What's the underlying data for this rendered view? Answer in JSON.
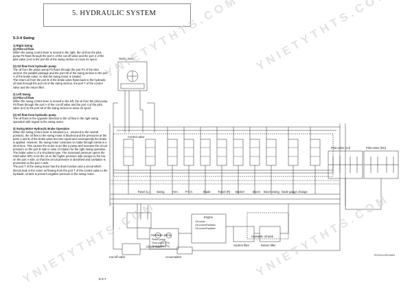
{
  "header": {
    "title": "5. HYDRAULIC SYSTEM"
  },
  "section": {
    "title": "5-3-4  Swing"
  },
  "text": {
    "right_swing": "1)  Right Swing",
    "pilot_oil_flow_1": "(1)  Pilot oil flow",
    "p1": "When the swing control lever is moved to the right, the oil from the pilot pump P3 flows through the port A of the cut-off valve and the port 2 of the pilot valve (LH) to the port b9 of the swing section to move its spool.",
    "oil_flow_hydraulic_pump_1": "(2)  Oil flow from hydraulic pump",
    "p2": "The oil from the piston pump P2 flows through the port P2 of the inlet section, the parallel passage and the port S9 of the swing section to the port A of the brake valve, so that the swing motor is rotated.",
    "p3": "The return oil from the port B of the brake valve flows back to the hydraulic oil tank through the port A9 of the swing section, the port T of the control valve and the return filter.",
    "left_swing": "2)  Left Swing",
    "pilot_oil_flow_2": "(1)  Pilot oil flow",
    "p4": "When the swing control lever is moved to the left, the oil from the pilot pump P3 flows through the port A of the cut-off valve and the port 4 of the pilot valve (LH) to the port a9 of the swing section to move its spool.",
    "oil_flow_hydraulic_pump_2": "(2)  Oil flow from hydraulic pump",
    "p5": "The oil flows in the opposite direction to the oil flow in the right swing operation with regard to the swing motor.",
    "brake_heading": "3)  Swing Motor Hydraulic Brake Operation",
    "p6": "When the swing control lever is released (i.e., returned to the neutral position), the oil flow to the swing motor is blocked and the pressures at the ports A and B of the brake valve become equal and consequently the brake is applied. However, the swing motor continues to rotate through inertia in a short time. This causes the motor to act like a pump and increase the circuit pressure on the port B side in case of rotation for the right swing operation. The brake valve is of a shockless type. The increased pressure opens the relief valve SR1 to let the oil on the higher pressure side escape to the low on the port A side, so that the circuit pressure is absorbed and cavitation is prevented on the port A side.",
    "p7": "The port T of the swing motor has the drain function and a circuit which directs leak in the return oil flowing from the port T of the control valve to the hydraulic oil tank to prevent negative pressure in the swing motor."
  },
  "diagram": {
    "swing_motor": "Swing motor",
    "control_valve": "Control valve",
    "pilot_valve_lh": "Pilot valve (LH)",
    "pilot_valve_rh": "Pilot valve (RH)",
    "sections": [
      "Travel (L)",
      "Swing",
      "Arm",
      "P.T.O.",
      "Blade",
      "Travel (R)",
      "Bucket",
      "Boom",
      "Boom swing",
      "Dade gauge change"
    ],
    "hydraulic_pump": "Hydraulic pump",
    "pump_sub": [
      "Piston pump",
      "Gear pump (P3)",
      "Gear pump (P4)"
    ],
    "engine": "Engine",
    "engine_sub": [
      "Oil cooler",
      "Oil cooler/Radiator",
      "Oil cooler/Radiator"
    ],
    "hydraulic_oil_tank": "Hydraulic oil tank",
    "suction_filter": "Suction filter",
    "return_filter": "Return filter",
    "check_valve": "Check valve",
    "cut_off_valve": "Cut-off valve",
    "accumulator": "Accumulator",
    "drawing_code": "9Y1211-HYD-0001"
  },
  "page": {
    "number": "5-3-7"
  },
  "watermark": "YNIETYTHTS.COM"
}
